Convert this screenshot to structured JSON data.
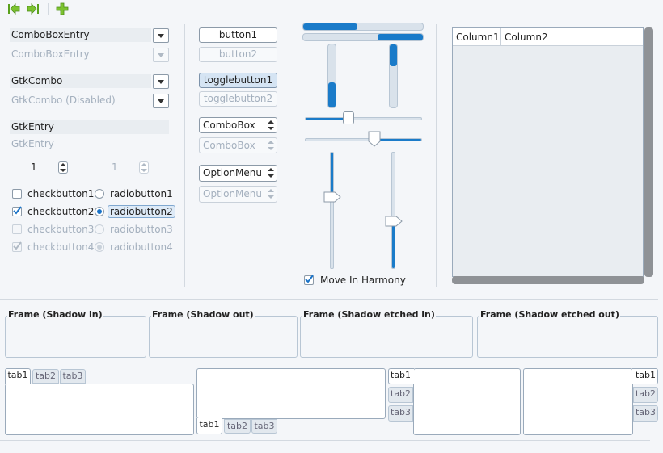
{
  "toolbar": {
    "icons": [
      "go-first-icon",
      "go-last-icon",
      "add-icon"
    ]
  },
  "combos": {
    "combo_entry": "ComboBoxEntry",
    "combo_entry_disabled": "ComboBoxEntry",
    "gtk_combo": "GtkCombo",
    "gtk_combo_disabled": "GtkCombo (Disabled)"
  },
  "entries": {
    "entry": "GtkEntry",
    "entry_disabled": "GtkEntry"
  },
  "spins": {
    "spin1": "1",
    "spin2": "1"
  },
  "checks": [
    {
      "label": "checkbutton1",
      "checked": false,
      "disabled": false
    },
    {
      "label": "checkbutton2",
      "checked": true,
      "disabled": false
    },
    {
      "label": "checkbutton3",
      "checked": false,
      "disabled": true
    },
    {
      "label": "checkbutton4",
      "checked": true,
      "disabled": true
    }
  ],
  "radios": [
    {
      "label": "radiobutton1",
      "selected": false,
      "disabled": false
    },
    {
      "label": "radiobutton2",
      "selected": true,
      "disabled": false
    },
    {
      "label": "radiobutton3",
      "selected": false,
      "disabled": true
    },
    {
      "label": "radiobutton4",
      "selected": true,
      "disabled": true
    }
  ],
  "buttons": {
    "button1": "button1",
    "button2": "button2",
    "toggle1": "togglebutton1",
    "toggle2": "togglebutton2",
    "combobox": "ComboBox",
    "combobox_disabled": "ComboBox",
    "optionmenu": "OptionMenu",
    "optionmenu_disabled": "OptionMenu"
  },
  "progress": {
    "h1": 0.45,
    "h2": 0.38,
    "v1": 0.4,
    "v2": 0.35
  },
  "scales": {
    "h1": 0.38,
    "h2": 0.6,
    "v1": 0.39,
    "v2": 0.6
  },
  "harmony": {
    "label": "Move In Harmony",
    "checked": true
  },
  "tree": {
    "columns": [
      "Column1",
      "Column2"
    ]
  },
  "frames": [
    {
      "title": "Frame (Shadow in)"
    },
    {
      "title": "Frame (Shadow out)"
    },
    {
      "title": "Frame (Shadow etched in)"
    },
    {
      "title": "Frame (Shadow etched out)"
    }
  ],
  "notebooks": {
    "tabs": [
      "tab1",
      "tab2",
      "tab3"
    ]
  },
  "colors": {
    "accent": "#1a7bc9",
    "background": "#f4f6f9",
    "disabled_text": "#a4b0be"
  }
}
